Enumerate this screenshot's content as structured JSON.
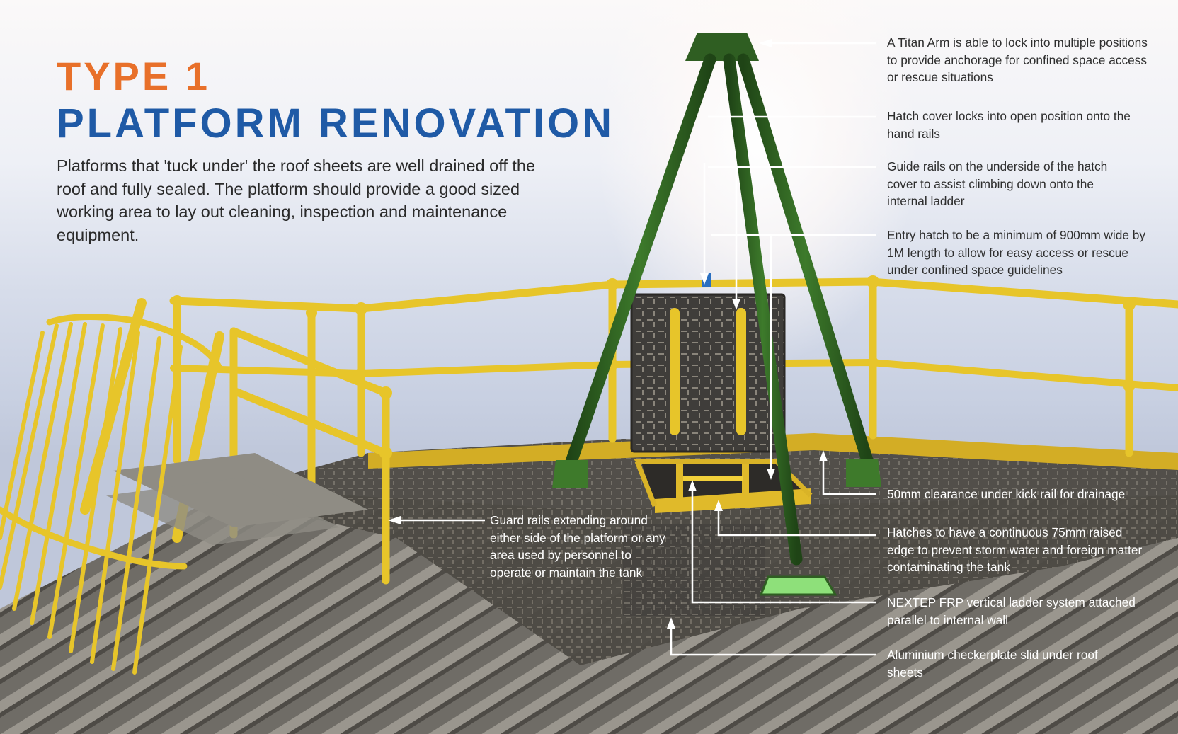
{
  "colors": {
    "heading_orange": "#e8702a",
    "heading_blue": "#1f5aa6",
    "rail_yellow": "#e7c52a",
    "tripod_green": "#2f5e22",
    "ladder_foot_green": "#8ee07a",
    "leader_line": "#ffffff"
  },
  "header": {
    "type_label": "TYPE 1",
    "title": "PLATFORM RENOVATION"
  },
  "intro": {
    "text": "Platforms that 'tuck under' the roof sheets are well drained off the roof and fully sealed. The platform should provide a good sized working area to lay out cleaning, inspection and maintenance equipment."
  },
  "callouts": [
    {
      "id": "titan-arm",
      "text": "A Titan Arm is able to lock into multiple positions to provide anchorage for confined space access or rescue situations"
    },
    {
      "id": "hatch-cover-lock",
      "text": "Hatch cover locks into open position onto the hand rails"
    },
    {
      "id": "guide-rails",
      "text": "Guide rails on the underside of the hatch cover to assist climbing down onto the internal ladder"
    },
    {
      "id": "entry-hatch-size",
      "text": "Entry hatch to be a minimum of 900mm wide by 1M length to allow for easy access or rescue under confined space guidelines"
    },
    {
      "id": "kick-rail-clearance",
      "text": "50mm clearance under kick rail for drainage"
    },
    {
      "id": "raised-edge",
      "text": "Hatches to have a continuous 75mm raised edge to prevent storm water and foreign matter contaminating the tank"
    },
    {
      "id": "ladder-system",
      "text": "NEXTEP FRP vertical ladder system attached parallel to internal wall"
    },
    {
      "id": "checkerplate",
      "text": "Aluminium checkerplate slid under roof sheets"
    },
    {
      "id": "guard-rails",
      "text": "Guard rails extending around either side of the platform or any area used by personnel to operate or maintain the tank"
    }
  ]
}
